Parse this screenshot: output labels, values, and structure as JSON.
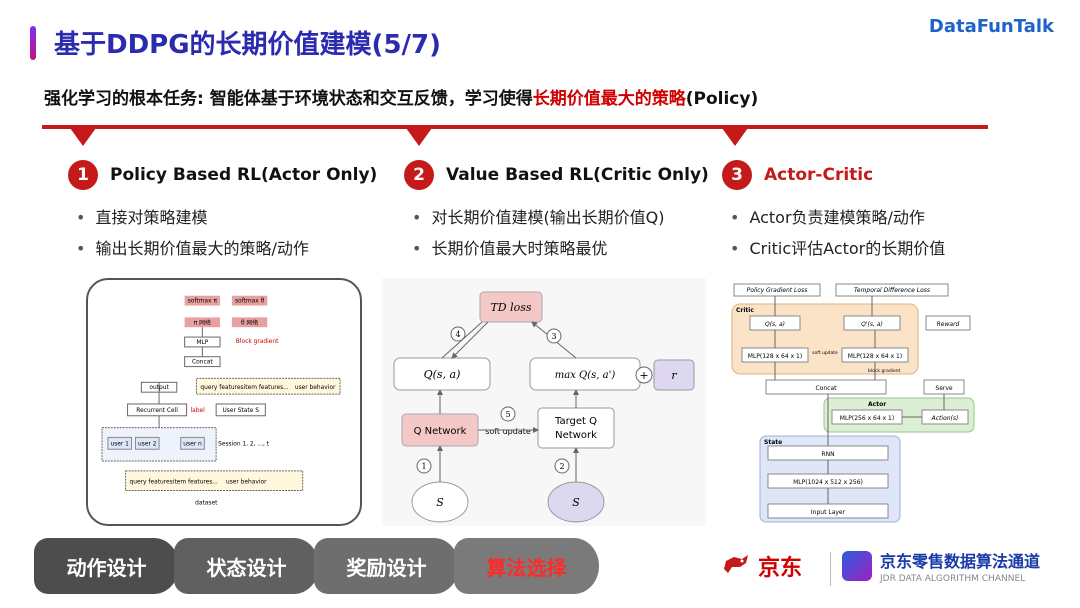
{
  "header": {
    "title": "基于DDPG的长期价值建模(5/7)",
    "brand": "DataFunTalk"
  },
  "subtitle": {
    "prefix": "强化学习的根本任务: 智能体基于环境状态和交互反馈，学习使得",
    "highlight": "长期价值最大的策略",
    "suffix": "(Policy)"
  },
  "columns": [
    {
      "num": "1",
      "title": "Policy Based RL(Actor Only)",
      "bullets": [
        "直接对策略建模",
        "输出长期价值最大的策略/动作"
      ]
    },
    {
      "num": "2",
      "title": "Value Based RL(Critic Only)",
      "bullets": [
        "对长期价值建模(输出长期价值Q)",
        "长期价值最大时策略最优"
      ]
    },
    {
      "num": "3",
      "title": "Actor-Critic",
      "bullets": [
        "Actor负责建模策略/动作",
        "Critic评估Actor的长期价值"
      ]
    }
  ],
  "fig1": {
    "softmax_pi": "softmax π",
    "softmax_theta": "softmax θ",
    "pi_net": "π 网络",
    "theta_net": "θ 网络",
    "mlp": "MLP",
    "block_grad": "Block gradient",
    "concat": "Concat",
    "output": "output",
    "recurrent": "Recurrent Cell",
    "label": "label",
    "user_state": "User State S",
    "query": "query features",
    "item": "item features",
    "dots": "...",
    "behavior": "user behavior",
    "user1": "user 1",
    "user2": "user 2",
    "usern": "user n",
    "session": "Session 1, 2, ..., t",
    "dataset": "dataset"
  },
  "fig2": {
    "td_loss": "TD loss",
    "q_sa": "Q(s, a)",
    "max_q": "max Q(s, a')",
    "r_t": "r",
    "q_network": "Q Network",
    "target_q": "Target Q",
    "network": "Network",
    "soft_update": "soft update",
    "s_t": "S",
    "s_t1": "S",
    "plus": "+",
    "step1": "1",
    "step2": "2",
    "step3": "3",
    "step4": "4",
    "step5": "5"
  },
  "fig3": {
    "pg_loss": "Policy Gradient Loss",
    "td_loss": "Temporal Difference Loss",
    "critic": "Critic",
    "q_sa": "Q(s, a)",
    "q_prime": "Q'(s, a)",
    "reward": "Reward",
    "mlp_128a": "MLP(128 x 64 x 1)",
    "mlp_128b": "MLP(128 x 64 x 1)",
    "soft_update": "soft update",
    "block_grad": "block gradient",
    "concat": "Concat",
    "serve": "Serve",
    "actor": "Actor",
    "mlp_256": "MLP(256 x 64 x 1)",
    "action": "Action(s)",
    "state": "State",
    "rnn": "RNN",
    "mlp_1024": "MLP(1024 x 512 x 256)",
    "input": "Input Layer"
  },
  "tabs": [
    {
      "label": "动作设计",
      "active": false
    },
    {
      "label": "状态设计",
      "active": false
    },
    {
      "label": "奖励设计",
      "active": false
    },
    {
      "label": "算法选择",
      "active": true
    }
  ],
  "footer": {
    "jd": "京东",
    "brand_name": "京东零售数据算法通道",
    "brand_sub": "JDR DATA ALGORITHM CHANNEL"
  }
}
